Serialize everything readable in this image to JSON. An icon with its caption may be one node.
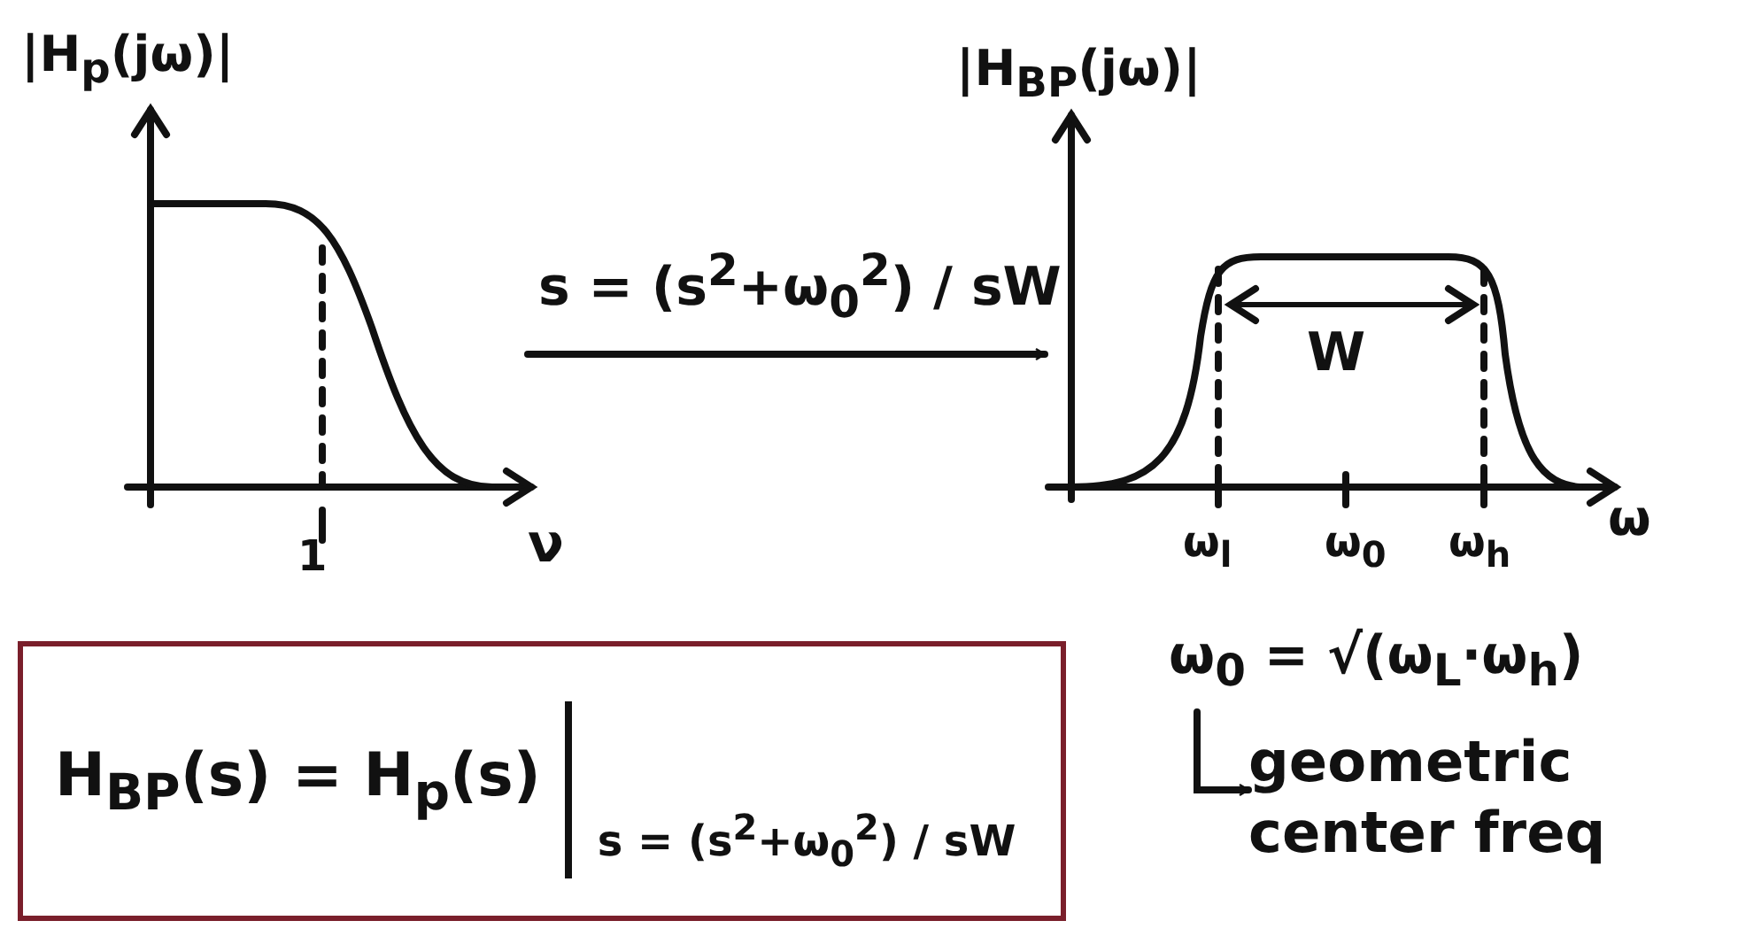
{
  "diagram": {
    "nodes": [
      {
        "text": [],
        "shape": "picture"
      },
      {
        "text": [],
        "shape": "picture"
      },
      {
        "text": [
          "H$_{BP}$(s) = H$_{p}$(s)",
          "s = (s$^{2}$+ω$_{0}$$^{2}$) / sW"
        ]
      },
      {
        "text": [
          "ω$_{0}$ = √(ω$_{L}$·ω$_{h}$)"
        ]
      },
      {
        "text": [
          "geometric center freq"
        ]
      }
    ],
    "edges": [
      {
        "from": 0,
        "to": 1,
        "arrow": "to",
        "label": "s = (s$^{2}$+ω$_{0}$$^{2}$) / sW"
      },
      {
        "from": 3,
        "to": 4,
        "arrow": "to"
      }
    ],
    "labels": [
      "|H$_{p}$(jω)|",
      "1",
      "ν",
      "|H$_{BP}$(jω)|",
      "W",
      "ω$_{l}$",
      "ω$_{0}$",
      "ω$_{h}$",
      "ω"
    ]
  }
}
